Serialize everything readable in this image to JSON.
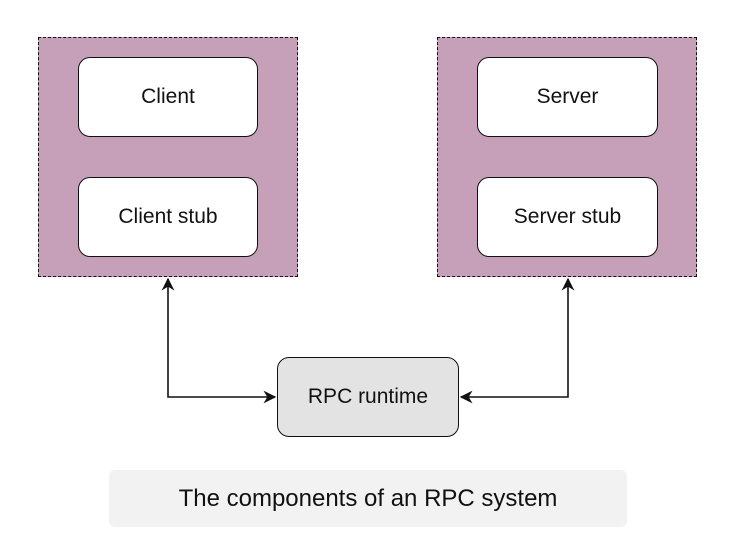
{
  "diagram": {
    "client_side": {
      "client_label": "Client",
      "stub_label": "Client stub"
    },
    "server_side": {
      "server_label": "Server",
      "stub_label": "Server stub"
    },
    "runtime_label": "RPC runtime",
    "caption": "The components of an RPC system",
    "colors": {
      "group_fill": "#c6a0b8",
      "runtime_fill": "#e3e3e3",
      "caption_bg": "#f2f2f2"
    }
  }
}
